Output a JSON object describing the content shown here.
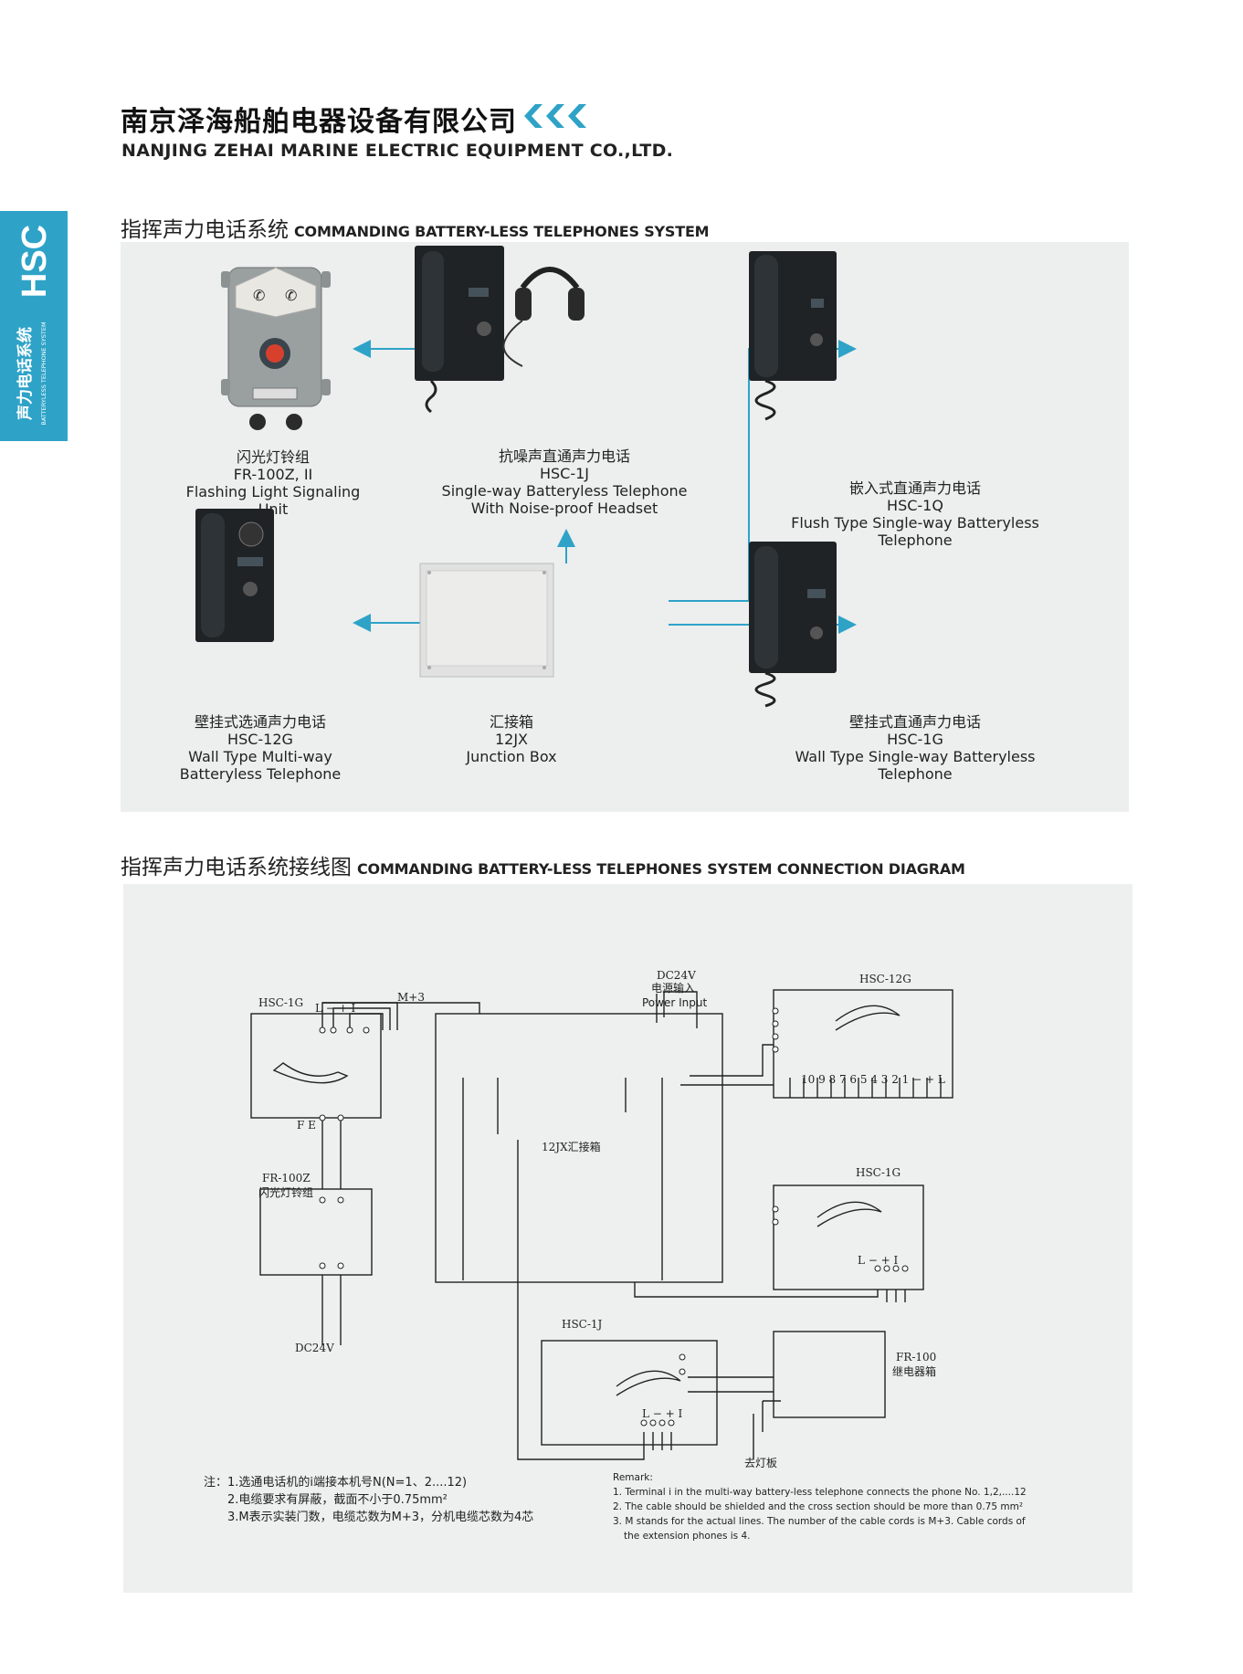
{
  "header": {
    "company_cn": "南京泽海船舶电器设备有限公司",
    "company_en": "NANJING ZEHAI MARINE ELECTRIC EQUIPMENT CO.,LTD.",
    "accent_color": "#2ea3c7"
  },
  "side_tab": {
    "code": "HSC",
    "label_cn": "声力电话系统",
    "label_en": "BATTERYLESS TELEPHONE SYSTEM"
  },
  "section1": {
    "title_cn": "指挥声力电话系统",
    "title_en": "COMMANDING BATTERY-LESS TELEPHONES SYSTEM",
    "products": [
      {
        "cn": "闪光灯铃组",
        "model": "FR-100Z, II",
        "en": "Flashing Light Signaling Unit"
      },
      {
        "cn": "抗噪声直通声力电话",
        "model": "HSC-1J",
        "en": "Single-way Batteryless Telephone With Noise-proof Headset"
      },
      {
        "cn": "嵌入式直通声力电话",
        "model": "HSC-1Q",
        "en": "Flush Type Single-way Batteryless Telephone"
      },
      {
        "cn": "壁挂式选通声力电话",
        "model": "HSC-12G",
        "en": "Wall Type Multi-way Batteryless Telephone"
      },
      {
        "cn": "汇接箱",
        "model": "12JX",
        "en": "Junction Box"
      },
      {
        "cn": "壁挂式直通声力电话",
        "model": "HSC-1G",
        "en": "Wall Type Single-way Batteryless Telephone"
      }
    ]
  },
  "section2": {
    "title_cn": "指挥声力电话系统接线图",
    "title_en": "COMMANDING BATTERY-LESS TELEPHONES SYSTEM CONNECTION DIAGRAM",
    "diagram": {
      "hsc1g_left": "HSC-1G",
      "fr100z_model": "FR-100Z",
      "fr100z_cn": "闪光灯铃组",
      "dc24v_bottom": "DC24V",
      "m3": "M+3",
      "dc24v_top": "DC24V",
      "power_cn": "电源输入",
      "power_en": "Power Input",
      "junction_label": "12JX汇接箱",
      "hsc12g": "HSC-12G",
      "hsc12g_terminals": "10 9 8 7 6 5 4 3 2 1 − + L",
      "hsc1g_right": "HSC-1G",
      "hsc1j": "HSC-1J",
      "fr100_model": "FR-100",
      "fr100_cn": "继电器箱",
      "lamp_board": "去灯板",
      "lpi": "L − + I",
      "fe": "F   E"
    },
    "notes_cn": [
      "注：1.选通电话机的i端接本机号N(N=1、2....12)",
      "2.电缆要求有屏蔽，截面不小于0.75mm²",
      "3.M表示实装门数，电缆芯数为M+3，分机电缆芯数为4芯"
    ],
    "remark_title": "Remark:",
    "remarks_en": [
      "1. Terminal i in the multi-way battery-less telephone connects the phone No. 1,2,....12",
      "2. The cable should be shielded and the cross section should be more than 0.75 mm²",
      "3. M stands for the actual lines. The number of the cable cords is M+3. Cable cords of",
      "the extension phones is 4."
    ]
  }
}
